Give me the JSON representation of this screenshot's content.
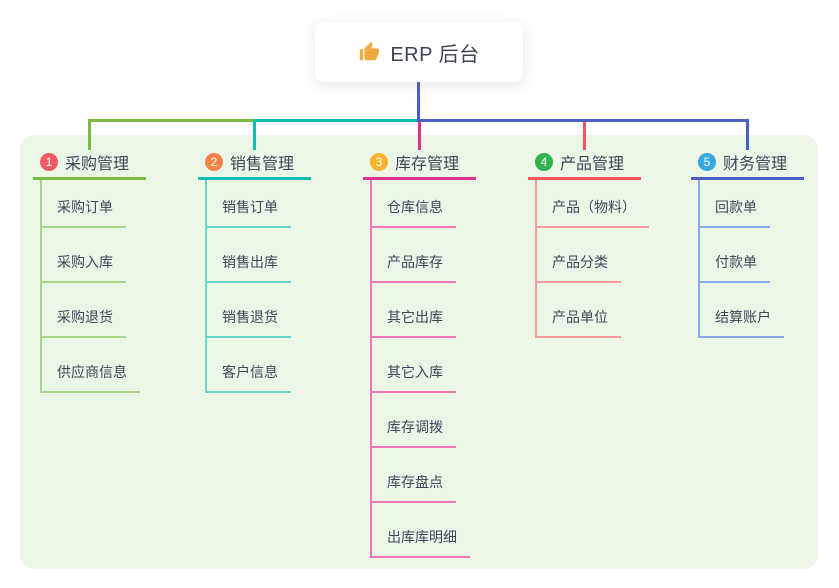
{
  "canvas": {
    "background": "#ffffff",
    "panel_background": "#ecf6e7"
  },
  "root": {
    "title": "ERP 后台",
    "icon": "thumbs-up-icon",
    "icon_color": "#f2a93b"
  },
  "connectors": {
    "root_color": "#4a5ec4",
    "segment_colors": [
      "#7cbb3f",
      "#12bdb2",
      "#4a5ec4"
    ]
  },
  "branches": [
    {
      "index": "1",
      "label": "采购管理",
      "badge_color": "#f25a63",
      "line_color": "#7cbb3f",
      "child_line_color": "#a9d488",
      "children": [
        "采购订单",
        "采购入库",
        "采购退货",
        "供应商信息"
      ]
    },
    {
      "index": "2",
      "label": "销售管理",
      "badge_color": "#f58345",
      "line_color": "#12bdb2",
      "child_line_color": "#66d3c8",
      "children": [
        "销售订单",
        "销售出库",
        "销售退货",
        "客户信息"
      ]
    },
    {
      "index": "3",
      "label": "库存管理",
      "badge_color": "#f7b32c",
      "line_color": "#d6368f",
      "child_line_color": "#ef74b8",
      "children": [
        "仓库信息",
        "产品库存",
        "其它出库",
        "其它入库",
        "库存调拨",
        "库存盘点",
        "出库库明细"
      ]
    },
    {
      "index": "4",
      "label": "产品管理",
      "badge_color": "#2eb34f",
      "line_color": "#f4535e",
      "child_line_color": "#f69a9e",
      "children": [
        "产品（物料）",
        "产品分类",
        "产品单位"
      ]
    },
    {
      "index": "5",
      "label": "财务管理",
      "badge_color": "#36a7e0",
      "line_color": "#4a5ec4",
      "child_line_color": "#8ba8e8",
      "children": [
        "回款单",
        "付款单",
        "结算账户"
      ]
    }
  ]
}
